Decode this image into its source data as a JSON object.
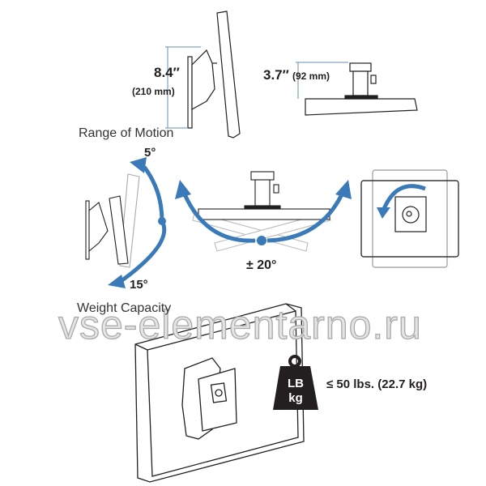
{
  "dimensions": {
    "height_in": "8.4″",
    "height_mm": "(210 mm)",
    "depth_in": "3.7″",
    "depth_mm": "(92 mm)"
  },
  "range_of_motion": {
    "title": "Range of Motion",
    "tilt_up": "5°",
    "tilt_down": "15°",
    "swivel": "± 20°"
  },
  "weight_capacity": {
    "title": "Weight Capacity",
    "icon_top": "LB",
    "icon_bottom": "kg",
    "value": "≤ 50 lbs. (22.7 kg)"
  },
  "watermark": "vse-elementarno.ru",
  "colors": {
    "accent": "#3a7ab8",
    "line": "#231f20"
  }
}
